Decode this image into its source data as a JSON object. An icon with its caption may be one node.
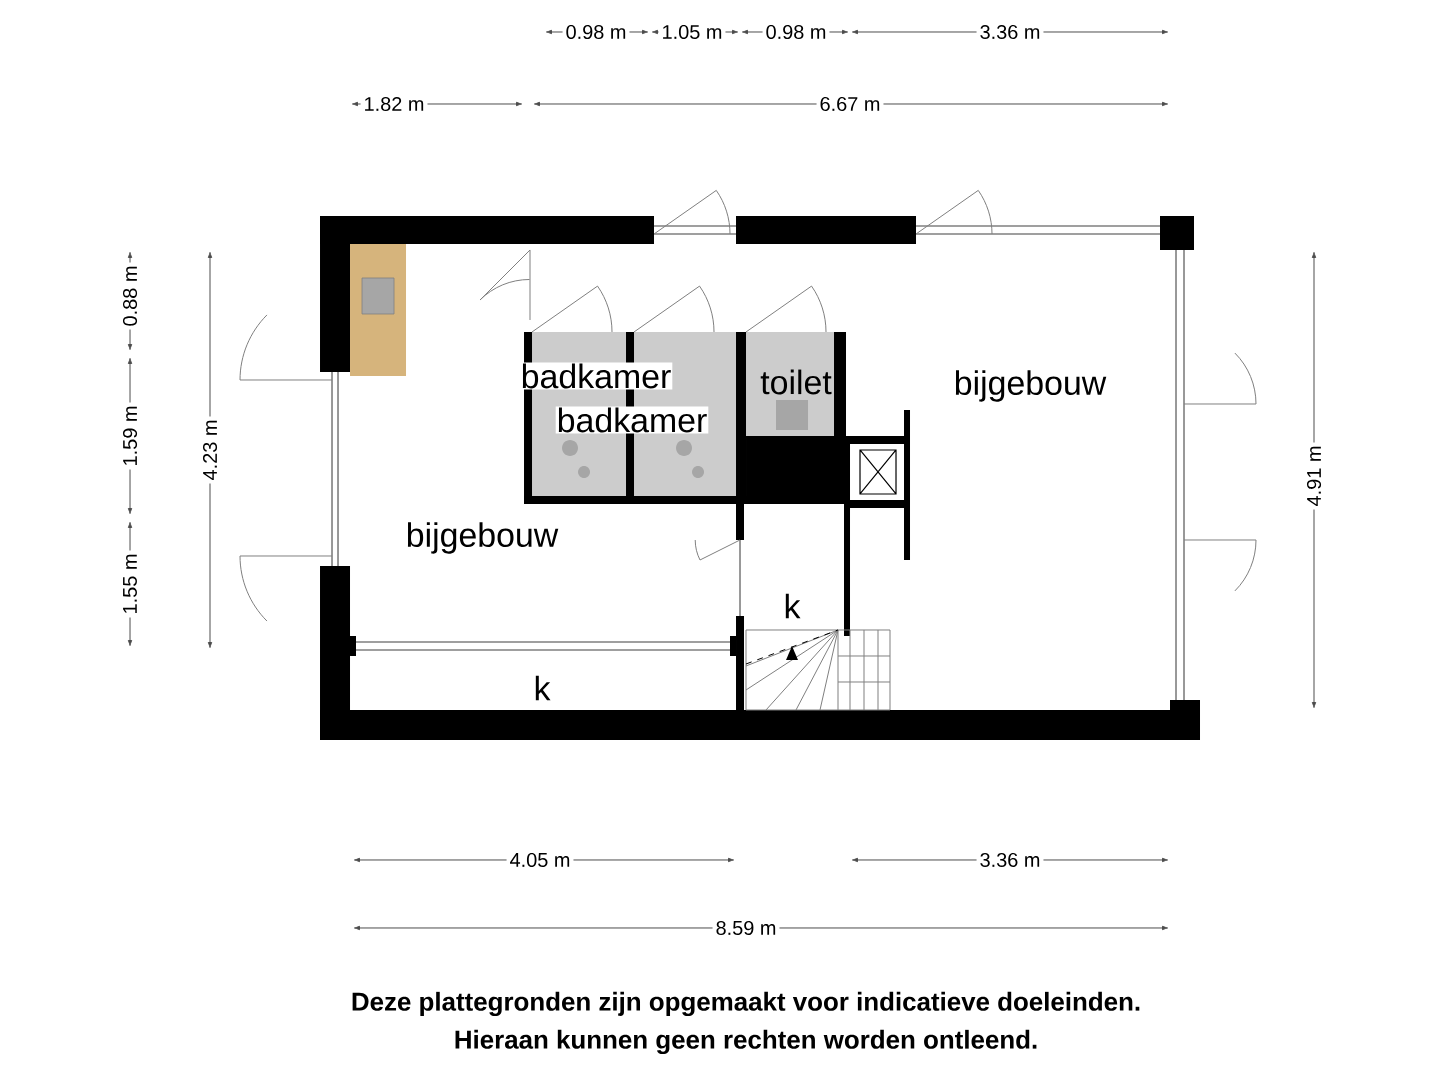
{
  "diagram": {
    "labels": [
      "0.98 m",
      "1.05 m",
      "0.98 m",
      "3.36 m",
      "1.82 m",
      "6.67 m",
      "0.88 m",
      "1.59 m",
      "1.55 m",
      "4.23 m",
      "badkamer",
      "badkamer",
      "toilet",
      "bijgebouw",
      "4.91 m",
      "bijgebouw",
      "k",
      "k",
      "4.05 m",
      "3.36 m",
      "8.59 m",
      "Deze plattegronden zijn opgemaakt voor indicatieve doeleinden.",
      "Hieraan kunnen geen rechten worden ontleend."
    ]
  }
}
